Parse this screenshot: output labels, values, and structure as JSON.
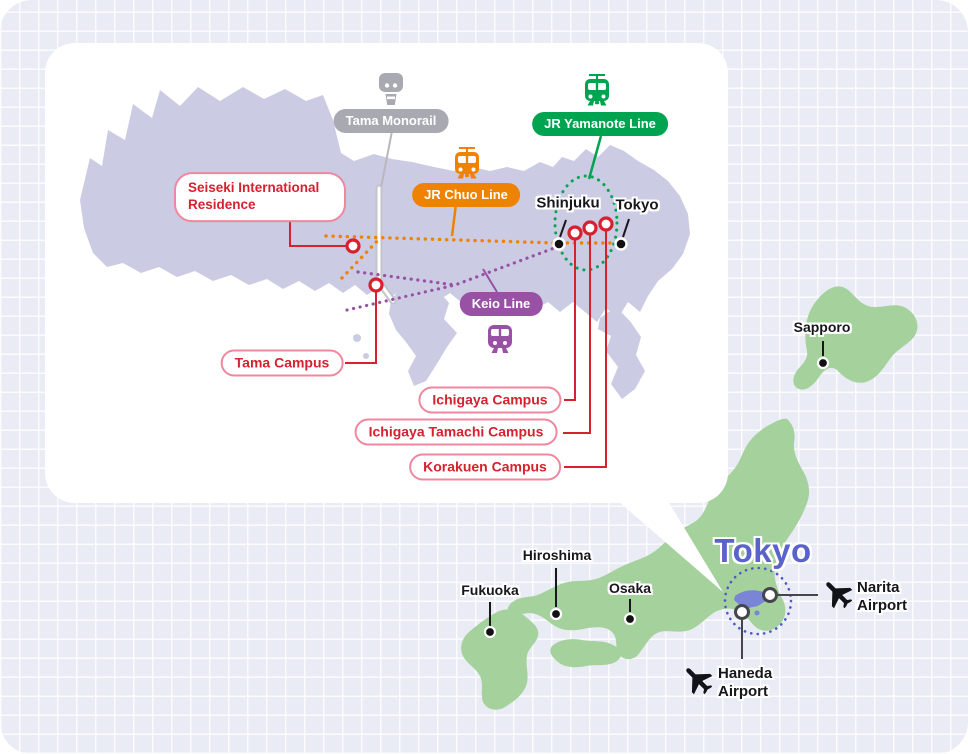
{
  "colors": {
    "background": "#e9ecf5",
    "card": "#ffffff",
    "metro_area": "#cbcbe3",
    "japan_land": "#a5d19c",
    "tokyo_region": "#7a85d6",
    "tokyo_label": "#5a63c9",
    "highlight_circle": "#4f58c5",
    "campus_red": "#d6212f",
    "campus_border_pink": "#f0879e",
    "tama_monorail_gray": "#a9a9b1",
    "jr_chuo_orange": "#ef8200",
    "jr_yamanote_green": "#00a350",
    "keio_purple": "#9851a5"
  },
  "icons": {
    "monorail-icon": "🚝",
    "train-icon": "🚃",
    "airplane-icon": "✈"
  },
  "card": {
    "transit_lines": {
      "tama_monorail": {
        "label": "Tama Monorail",
        "color": "#a9a9b1"
      },
      "jr_chuo": {
        "label": "JR Chuo Line",
        "color": "#ef8200"
      },
      "jr_yamanote": {
        "label": "JR Yamanote Line",
        "color": "#00a350"
      },
      "keio": {
        "label": "Keio Line",
        "color": "#9851a5"
      }
    },
    "stations": {
      "shinjuku": "Shinjuku",
      "tokyo": "Tokyo"
    },
    "locations": {
      "seiseki_residence": "Seiseki International Residence",
      "tama_campus": "Tama Campus",
      "ichigaya_campus": "Ichigaya Campus",
      "ichigaya_tamachi_campus": "Ichigaya Tamachi Campus",
      "korakuen_campus": "Korakuen Campus"
    }
  },
  "overview": {
    "region_label": "Tokyo",
    "cities": {
      "sapporo": "Sapporo",
      "hiroshima": "Hiroshima",
      "fukuoka": "Fukuoka",
      "osaka": "Osaka"
    },
    "airports": {
      "narita": "Narita Airport",
      "haneda": "Haneda Airport"
    }
  }
}
